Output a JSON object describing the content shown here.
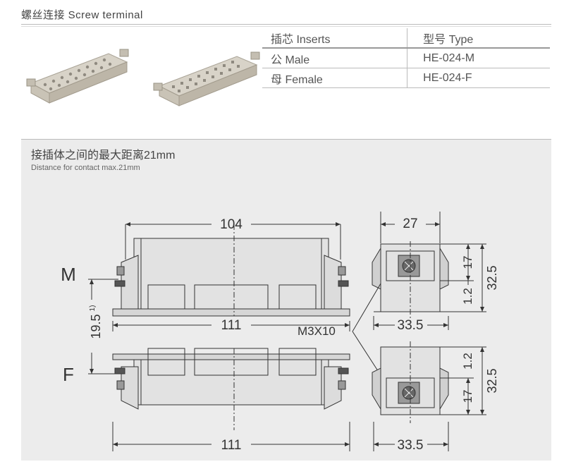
{
  "header": {
    "title": "螺丝连接 Screw terminal"
  },
  "table": {
    "rows": [
      {
        "insert": "插芯 Inserts",
        "type": "型号 Type"
      },
      {
        "insert": "公 Male",
        "type": "HE-024-M"
      },
      {
        "insert": "母 Female",
        "type": "HE-024-F"
      }
    ]
  },
  "drawing": {
    "subtitle_cn": "接插体之间的最大距离21mm",
    "subtitle_en": "Distance for contact max.21mm",
    "label_m": "M",
    "label_f": "F",
    "dim_104": "104",
    "dim_111_top": "111",
    "dim_111_bottom": "111",
    "dim_19_5": "19.5",
    "dim_19_5_note": "1)",
    "dim_27": "27",
    "dim_17_top": "17",
    "dim_32_5_top": "32.5",
    "dim_1_2_top": "1.2",
    "dim_33_5_top": "33.5",
    "m3x10": "M3X10",
    "dim_1_2_bottom": "1.2",
    "dim_32_5_bottom": "32.5",
    "dim_17_bottom": "17",
    "dim_33_5_bottom": "33.5"
  }
}
